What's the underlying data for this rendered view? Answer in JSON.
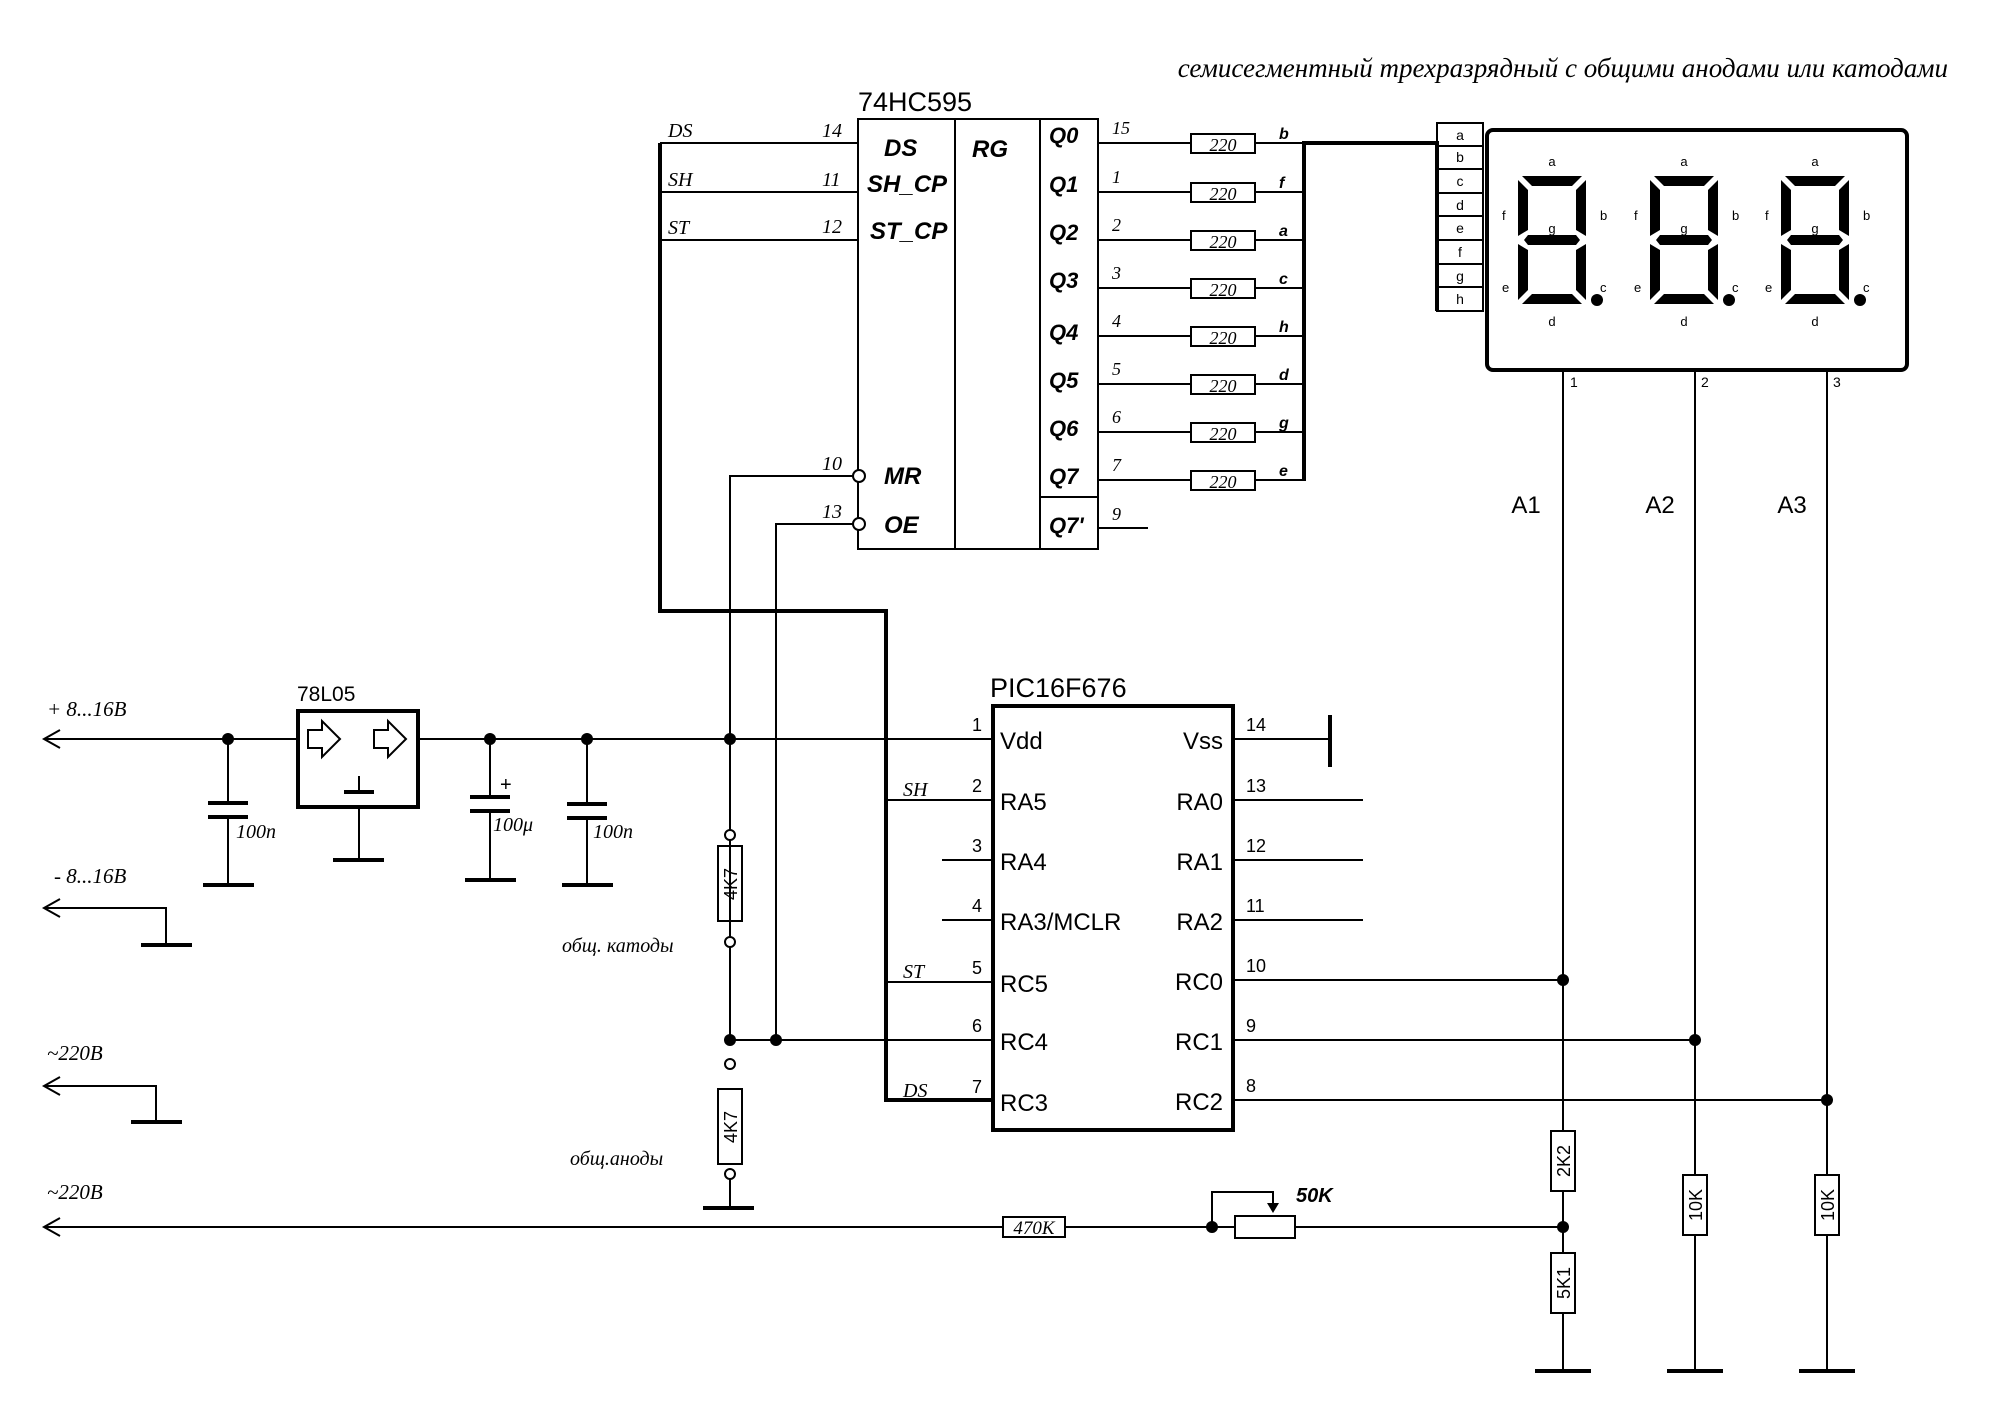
{
  "title": "семисегментный трехразрядный с общими анодами или катодами",
  "shift_register": {
    "name": "74HC595",
    "center_label": "RG",
    "left_pins": [
      {
        "net": "DS",
        "num": "14",
        "name": "DS"
      },
      {
        "net": "SH",
        "num": "11",
        "name": "SH_CP"
      },
      {
        "net": "ST",
        "num": "12",
        "name": "ST_CP"
      },
      {
        "num": "10",
        "name": "MR"
      },
      {
        "num": "13",
        "name": "OE"
      }
    ],
    "right_pins": [
      {
        "name": "Q0",
        "num": "15",
        "res": "220",
        "seg": "b"
      },
      {
        "name": "Q1",
        "num": "1",
        "res": "220",
        "seg": "f"
      },
      {
        "name": "Q2",
        "num": "2",
        "res": "220",
        "seg": "a"
      },
      {
        "name": "Q3",
        "num": "3",
        "res": "220",
        "seg": "c"
      },
      {
        "name": "Q4",
        "num": "4",
        "res": "220",
        "seg": "h"
      },
      {
        "name": "Q5",
        "num": "5",
        "res": "220",
        "seg": "d"
      },
      {
        "name": "Q6",
        "num": "6",
        "res": "220",
        "seg": "g"
      },
      {
        "name": "Q7",
        "num": "7",
        "res": "220",
        "seg": "e"
      }
    ],
    "q7s": {
      "name": "Q7'",
      "num": "9"
    }
  },
  "display": {
    "input_labels": [
      "a",
      "b",
      "c",
      "d",
      "e",
      "f",
      "g",
      "h"
    ],
    "seg_letters": {
      "a": "a",
      "b": "b",
      "c": "c",
      "d": "d",
      "e": "e",
      "f": "f",
      "g": "g"
    },
    "digit_pins": [
      "1",
      "2",
      "3"
    ],
    "anode_labels": [
      "A1",
      "A2",
      "A3"
    ]
  },
  "mcu": {
    "name": "PIC16F676",
    "left_pins": [
      {
        "num": "1",
        "name": "Vdd",
        "net": ""
      },
      {
        "num": "2",
        "name": "RA5",
        "net": "SH"
      },
      {
        "num": "3",
        "name": "RA4",
        "net": ""
      },
      {
        "num": "4",
        "name": "RA3/MCLR",
        "net": ""
      },
      {
        "num": "5",
        "name": "RC5",
        "net": "ST"
      },
      {
        "num": "6",
        "name": "RC4",
        "net": ""
      },
      {
        "num": "7",
        "name": "RC3",
        "net": "DS"
      }
    ],
    "right_pins": [
      {
        "num": "14",
        "name": "Vss"
      },
      {
        "num": "13",
        "name": "RA0"
      },
      {
        "num": "12",
        "name": "RA1"
      },
      {
        "num": "11",
        "name": "RA2"
      },
      {
        "num": "10",
        "name": "RC0"
      },
      {
        "num": "9",
        "name": "RC1"
      },
      {
        "num": "8",
        "name": "RC2"
      }
    ]
  },
  "power": {
    "regulator": "78L05",
    "plus_label": "+ 8...16В",
    "minus_label": "- 8...16В",
    "c1": "100n",
    "c2": "100μ",
    "c2_polarity": "+",
    "c3": "100n"
  },
  "jumpers": {
    "r_top": "4K7",
    "r_bottom": "4K7",
    "cathode_label": "общ. катоды",
    "anode_label": "общ.аноды"
  },
  "ac": {
    "label1": "~220В",
    "label2": "~220В",
    "r_series": "470K",
    "pot": "50K",
    "r_divider_top": "2K2",
    "r_divider_bottom": "5K1",
    "r_a2": "10K",
    "r_a3": "10K"
  }
}
